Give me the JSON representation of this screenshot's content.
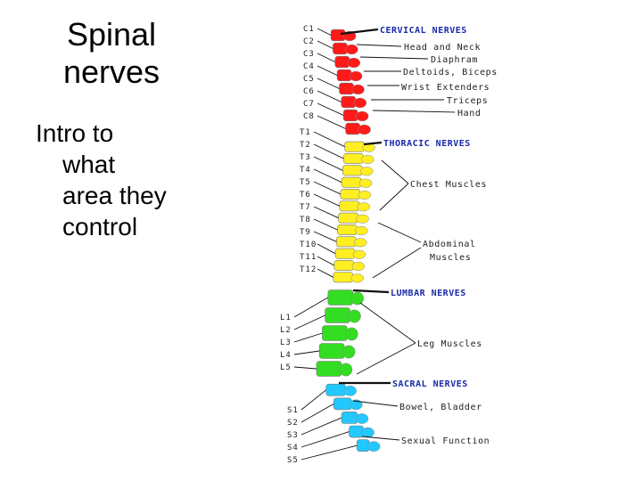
{
  "slide": {
    "title_line1": "Spinal",
    "title_line2": "nerves",
    "body_lines": [
      "Intro to",
      "what",
      "area they",
      "control"
    ]
  },
  "diagram": {
    "cervical_labels": [
      "C1",
      "C2",
      "C3",
      "C4",
      "C5",
      "C6",
      "C7",
      "C8"
    ],
    "thoracic_labels": [
      "T1",
      "T2",
      "T3",
      "T4",
      "T5",
      "T6",
      "T7",
      "T8",
      "T9",
      "T10",
      "T11",
      "T12"
    ],
    "lumbar_labels": [
      "L1",
      "L2",
      "L3",
      "L4",
      "L5"
    ],
    "sacral_labels": [
      "S1",
      "S2",
      "S3",
      "S4",
      "S5"
    ],
    "headings": {
      "cervical": "CERVICAL NERVES",
      "thoracic": "THORACIC NERVES",
      "lumbar": "LUMBAR NERVES",
      "sacral": "SACRAL NERVES"
    },
    "muscles": {
      "head_neck": "Head and Neck",
      "diaphram": "Diaphram",
      "deltoids": "Deltoids, Biceps",
      "wrist": "Wrist Extenders",
      "triceps": "Triceps",
      "hand": "Hand",
      "chest": "Chest Muscles",
      "abdominal1": "Abdominal",
      "abdominal2": "Muscles",
      "leg": "Leg Muscles",
      "bowel": "Bowel, Bladder",
      "sexual": "Sexual Function"
    },
    "colors": {
      "cervical": "#ff1a1a",
      "thoracic": "#ffee22",
      "lumbar": "#33dd22",
      "sacral": "#22c8ff",
      "heading": "#1a2aa8"
    }
  }
}
